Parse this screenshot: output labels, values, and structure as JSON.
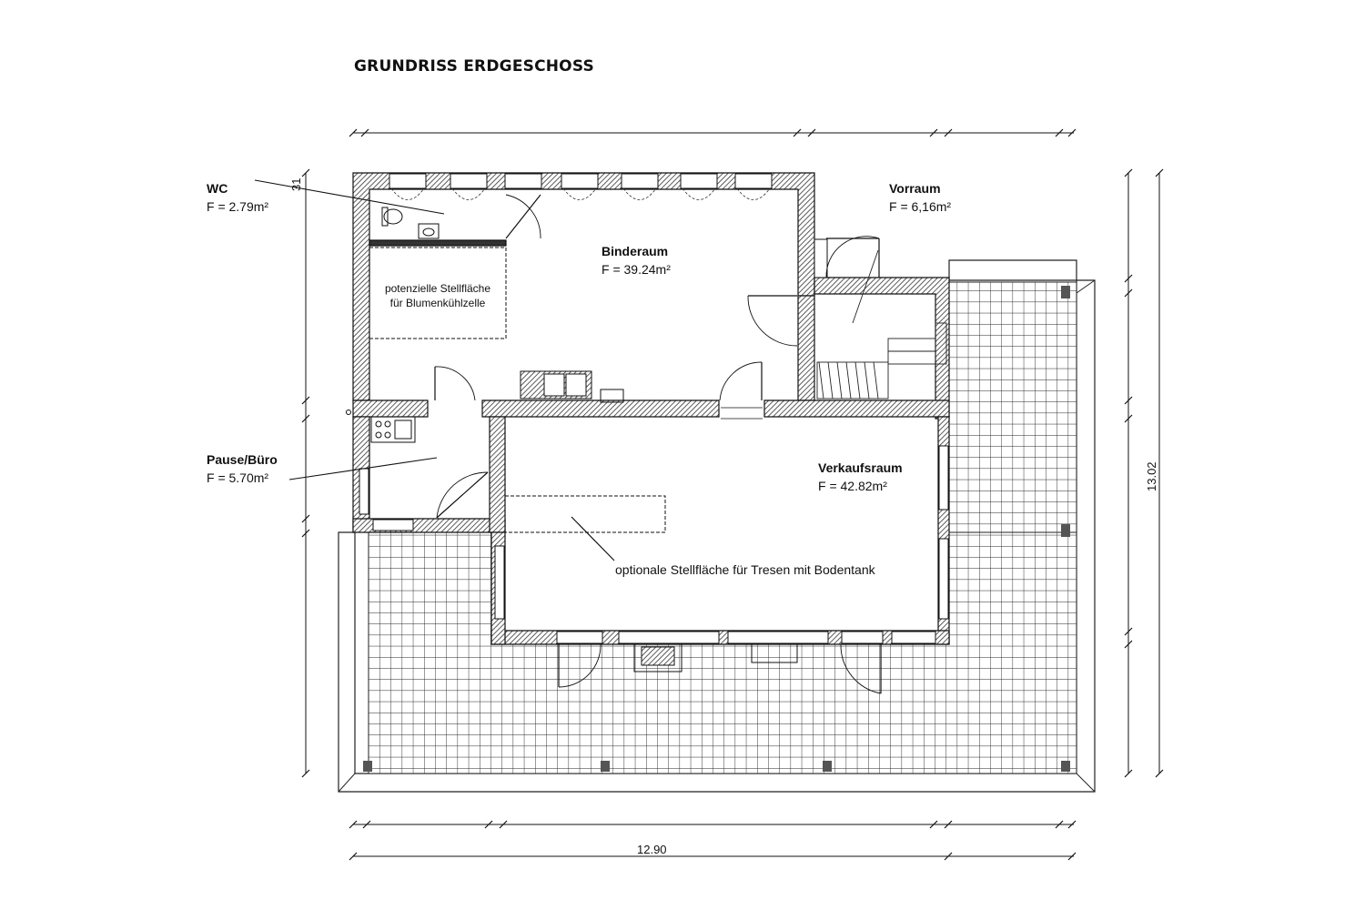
{
  "title": "GRUNDRISS ERDGESCHOSS",
  "rooms": {
    "wc": {
      "name": "WC",
      "area": "F = 2.79m²"
    },
    "vorraum": {
      "name": "Vorraum",
      "area": "F = 6,16m²"
    },
    "binderaum": {
      "name": "Binderaum",
      "area": "F = 39.24m²"
    },
    "pause": {
      "name": "Pause/Büro",
      "area": "F = 5.70m²"
    },
    "verkaufsraum": {
      "name": "Verkaufsraum",
      "area": "F = 42.82m²"
    }
  },
  "notes": {
    "stellflaeche_l1": "potenzielle Stellfläche",
    "stellflaeche_l2": "für Blumenkühlzelle",
    "tresen": "optionale Stellfläche für Tresen mit Bodentank"
  },
  "dimensions": {
    "width": "12.90",
    "height": "13.02",
    "partial": "31"
  },
  "colors": {
    "line": "#1a1a1a",
    "wall_hatch": "#555555"
  }
}
